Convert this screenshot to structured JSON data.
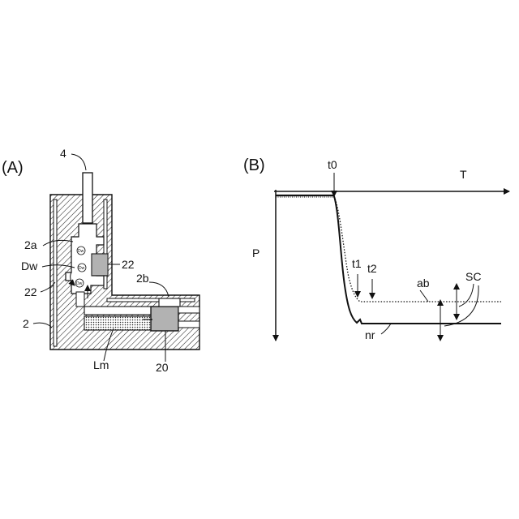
{
  "panel_a": {
    "title": "(A)",
    "labels": {
      "probe": "4",
      "upper_chamber": "2a",
      "droplets": "Dw",
      "insert_left": "22",
      "insert_right": "22",
      "housing": "2",
      "side_port": "2b",
      "liquid": "Lm",
      "sensor": "20"
    },
    "droplet_text": "Dw"
  },
  "panel_b": {
    "title": "(B)",
    "axis_x_label": "T",
    "axis_y_label": "P",
    "markers": {
      "t0": "t0",
      "t1": "t1",
      "t2": "t2"
    },
    "curve_labels": {
      "abnormal": "ab",
      "normal": "nr",
      "shift": "SC"
    }
  }
}
